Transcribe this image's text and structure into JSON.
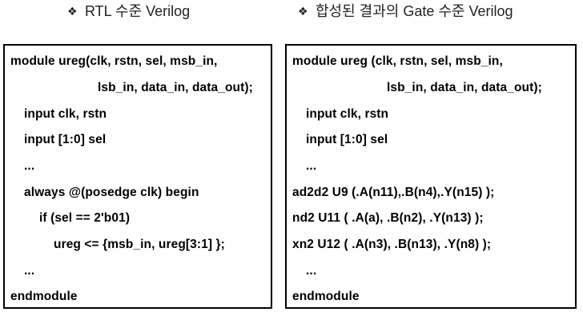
{
  "headings": {
    "left": "RTL 수준 Verilog",
    "right": "합성된 결과의 Gate 수준 Verilog",
    "bullet_icon": "diamond-bullet-icon",
    "bullet_glyph": "❖"
  },
  "rtl_code": {
    "lines": [
      "module ureg(clk, rstn, sel, msb_in,",
      "lsb_in, data_in, data_out);",
      "input clk, rstn",
      "input [1:0] sel",
      "...",
      "always @(posedge clk) begin",
      "if (sel == 2'b01)",
      "ureg <= {msb_in, ureg[3:1] };",
      "...",
      "endmodule"
    ]
  },
  "gate_code": {
    "lines": [
      "module ureg (clk, rstn, sel, msb_in,",
      "lsb_in, data_in, data_out);",
      "input clk, rstn",
      "input [1:0] sel",
      "...",
      "ad2d2 U9 (.A(n11),.B(n4),.Y(n15) );",
      "nd2 U11 ( .A(a), .B(n2), .Y(n13) );",
      "xn2 U12 ( .A(n3), .B(n13), .Y(n8) );",
      "...",
      "endmodule"
    ]
  }
}
